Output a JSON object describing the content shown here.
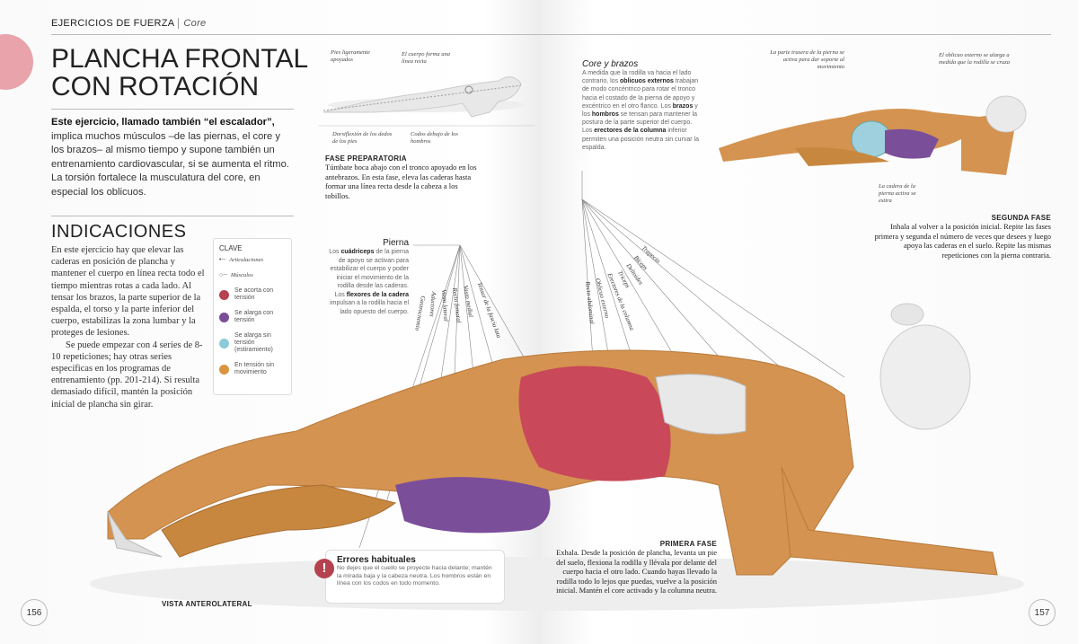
{
  "header": {
    "section": "EJERCICIOS DE FUERZA",
    "subsection": "Core"
  },
  "title": {
    "line1": "PLANCHA FRONTAL",
    "line2": "CON ROTACIÓN"
  },
  "intro": {
    "bold": "Este ejercicio, llamado también “el escalador”,",
    "text": " implica muchos músculos –de las piernas, el core y los brazos– al mismo tiempo y supone también un entrenamiento cardiovascular, si se aumenta el ritmo. La torsión fortalece la musculatura del core, en especial los oblicuos."
  },
  "indicaciones": {
    "heading": "INDICACIONES",
    "p1": "En este ejercicio hay que elevar las caderas en posición de plancha y mantener el cuerpo en línea recta todo el tiempo mientras rotas a cada lado. Al tensar los brazos, la parte superior de la espalda, el torso y la parte inferior del cuerpo, estabilizas la zona lumbar y la proteges de lesiones.",
    "p2": "Se puede empezar con 4 series de 8-10 repeticiones; hay otras series específicas en los programas de entrenamiento (pp. 201-214). Si resulta demasiado difícil, mantén la posición inicial de plancha sin girar."
  },
  "clave": {
    "title": "CLAVE",
    "items": [
      {
        "label": "Articulaciones"
      },
      {
        "label": "Músculos"
      },
      {
        "label": "Se acorta con tensión",
        "color": "#b5424f"
      },
      {
        "label": "Se alarga con tensión",
        "color": "#7b4e9a"
      },
      {
        "label": "Se alarga sin tensión (estiramiento)",
        "color": "#8ccbd8"
      },
      {
        "label": "En tensión sin movimiento",
        "color": "#d9963f"
      }
    ]
  },
  "preparatoria": {
    "labels": [
      "Pies ligeramente apoyados",
      "El cuerpo forma una línea recta",
      "Dorsiflexión de los dedos de los pies",
      "Codos debajo de los hombros"
    ],
    "heading": "FASE PREPARATORIA",
    "text": "Túmbate boca abajo con el tronco apoyado en los antebrazos. En esta fase, eleva las caderas hasta formar una línea recta desde la cabeza a los tobillos."
  },
  "core": {
    "heading": "Core y brazos",
    "t1": "A medida que la rodilla va hacia el lado contrario, los ",
    "b1": "oblicuos externos",
    "t2": " trabajan de modo concéntrico para rotar el tronco hacia el costado de la pierna de apoyo y excéntrico en el otro flanco. Los ",
    "b2": "brazos",
    "t3": " y los ",
    "b3": "hombros",
    "t4": " se tensan para mantener la postura de la parte superior del cuerpo. Los ",
    "b4": "erectores de la columna",
    "t5": " inferior permiten una posición neutra sin curvar la espalda.",
    "muscles": [
      "Trapecio",
      "Bíceps",
      "Deltoides",
      "Tríceps",
      "Erectores de la columna",
      "Oblicuo externo",
      "Recto abdominal"
    ]
  },
  "segunda": {
    "labels": [
      "La parte trasera de la pierna se activa para dar soporte al movimiento",
      "El oblicuo externo se alarga a medida que la rodilla se cruza",
      "La cadera de la pierna activa se estira"
    ],
    "heading": "SEGUNDA FASE",
    "text": "Inhala al volver a la posición inicial. Repite las fases primera y segunda el número de veces que desees y luego apoya las caderas en el suelo. Repite las mismas repeticiones con la pierna contraria."
  },
  "pierna": {
    "heading": "Pierna",
    "t1": "Los ",
    "b1": "cuádriceps",
    "t2": " de la pierna de apoyo se activan para estabilizar el cuerpo y poder iniciar el movimiento de la rodilla desde las caderas. Los ",
    "b2": "flexores de la cadera",
    "t3": " impulsan a la rodilla hacia el lado opuesto del cuerpo.",
    "muscles": [
      "Tensor de la fascia lata",
      "Vasto medial",
      "Recto femoral",
      "Vasto lateral",
      "Aductores",
      "Gastrocnemio"
    ]
  },
  "errores": {
    "heading": "Errores habituales",
    "text": "No dejes que el cuello se proyecte hacia delante; mantén la mirada baja y la cabeza neutra. Los hombros están en línea con los codos en todo momento."
  },
  "primera": {
    "heading": "PRIMERA FASE",
    "text": "Exhala. Desde la posición de plancha, levanta un pie del suelo, flexiona la rodilla y llévala por delante del cuerpo hacia el otro lado. Cuando hayas llevado la rodilla todo lo lejos que puedas, vuelve a la posición inicial. Mantén el core activado y la columna neutra."
  },
  "vista": "VISTA ANTEROLATERAL",
  "pages": {
    "left": "156",
    "right": "157"
  },
  "colors": {
    "accent": "#e8a3ab",
    "muscle": "#d49350",
    "tension": "#c9485a",
    "stretch": "#7b4e9a"
  }
}
